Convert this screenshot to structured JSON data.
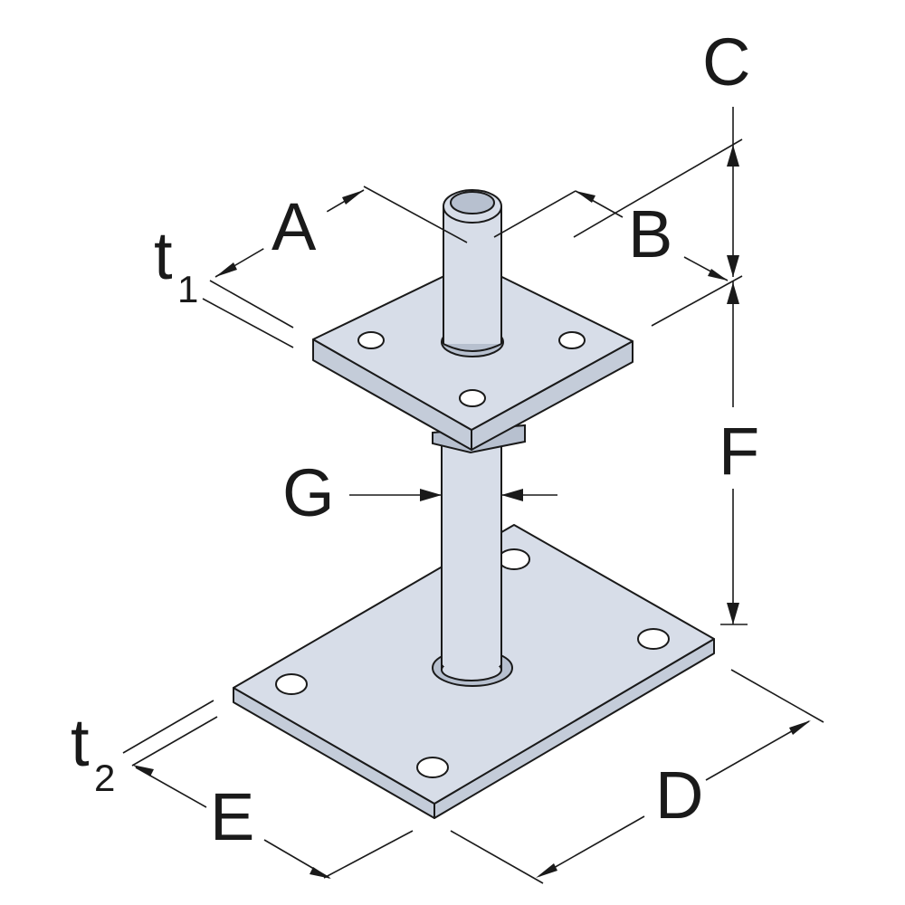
{
  "labels": {
    "A": "A",
    "B": "B",
    "C": "C",
    "D": "D",
    "E": "E",
    "F": "F",
    "G": "G",
    "t1": "t",
    "t1_sub": "1",
    "t2": "t",
    "t2_sub": "2"
  },
  "colors": {
    "steel": "#d7dde8",
    "steel_side": "#c4ccd9",
    "line": "#1a1a1a"
  }
}
